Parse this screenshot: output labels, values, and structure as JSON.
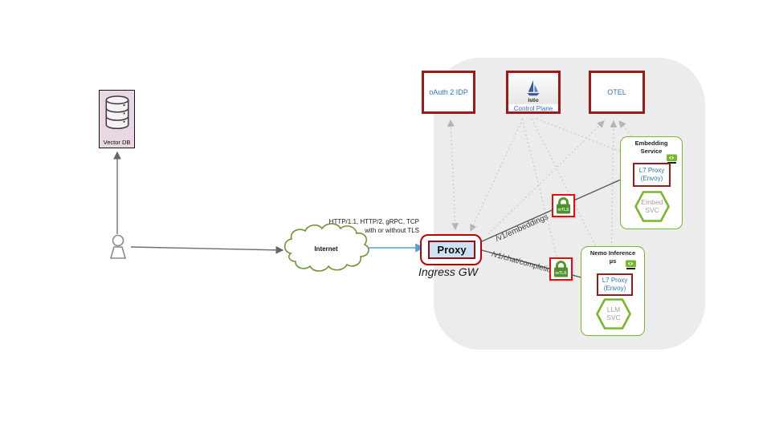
{
  "nodes": {
    "vector_db": "Vector DB",
    "internet": "Internet",
    "proxy": "Proxy",
    "ingress_gw": "Ingress GW",
    "oauth": "oAuth 2 IDP",
    "istio_title": "Istio",
    "istio_subtitle": "Control Plane",
    "otel": "OTEL",
    "mtls": "mTLS"
  },
  "edges": {
    "protocols_line1": "HTTP/1.1, HTTP/2, gRPC, TCP",
    "protocols_line2": "with or without TLS",
    "route_embeddings": "/v1/embeddings",
    "route_chat": "/v1/chat/completions"
  },
  "embedding_service": {
    "title1": "Embedding",
    "title2": "Service",
    "proxy1": "L7 Proxy",
    "proxy2": "(Envoy)",
    "svc1": "Embed",
    "svc2": "SVC"
  },
  "nemo_service": {
    "title1": "Nemo Inference",
    "title2": "µs",
    "proxy1": "L7 Proxy",
    "proxy2": "(Envoy)",
    "svc1": "LLM",
    "svc2": "SVC"
  },
  "colors": {
    "ctrl_border_red": "#9e1a1a",
    "proxy_border_red": "#c00000",
    "lock_border_red": "#e01010",
    "text_blue": "#2e75b6",
    "service_green": "#76b82a",
    "lock_green": "#4e9230",
    "cloud_green": "#6e9434",
    "mesh_gray": "#ececec",
    "proxy_fill_blue": "#cfe2f3",
    "vector_db_pink": "#e9d7e3"
  }
}
